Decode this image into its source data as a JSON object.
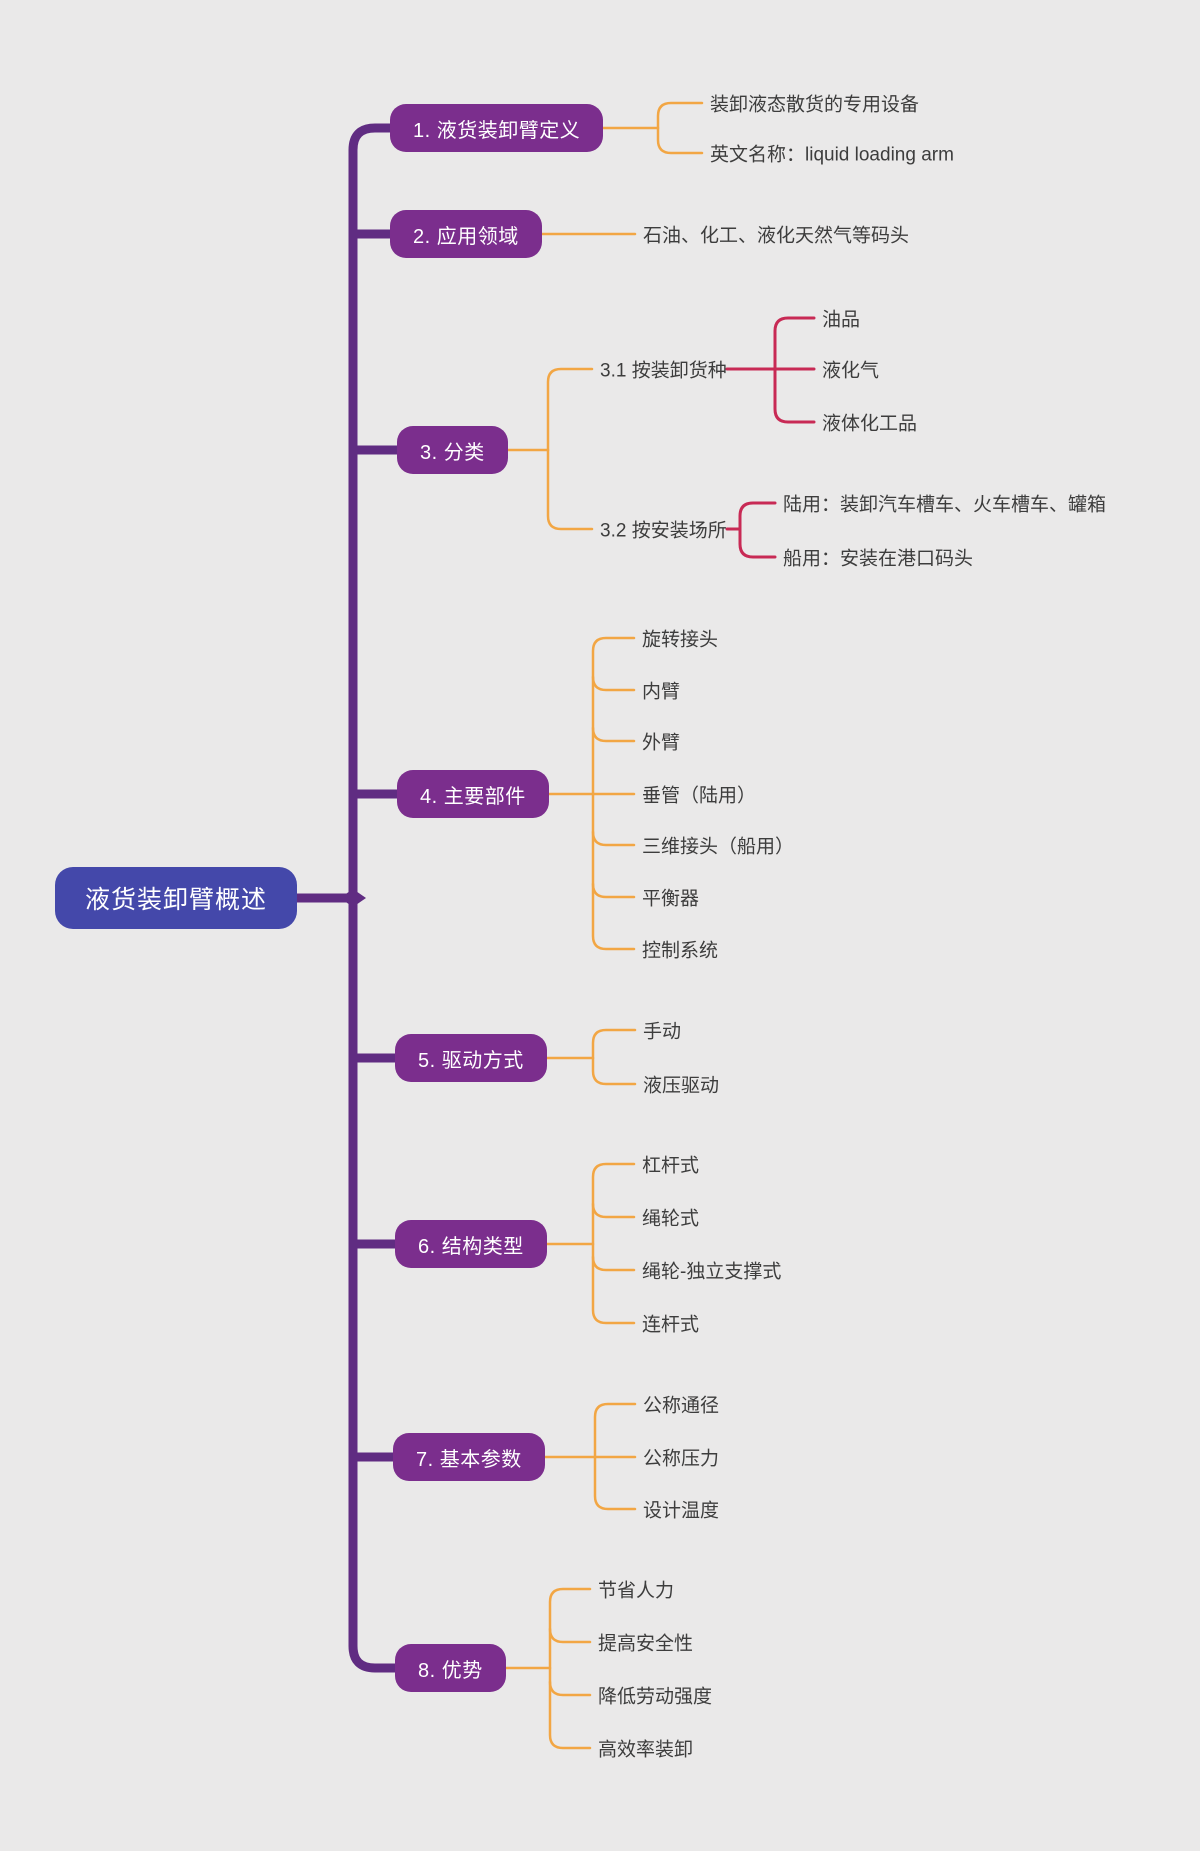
{
  "root": {
    "label": "液货装卸臂概述"
  },
  "branches": [
    {
      "label": "1. 液货装卸臂定义",
      "children": [
        "装卸液态散货的专用设备",
        "英文名称：liquid loading arm"
      ]
    },
    {
      "label": "2. 应用领域",
      "children": [
        "石油、化工、液化天然气等码头"
      ]
    },
    {
      "label": "3. 分类",
      "children": [
        {
          "label": "3.1 按装卸货种",
          "children": [
            "油品",
            "液化气",
            "液体化工品"
          ]
        },
        {
          "label": "3.2 按安装场所",
          "children": [
            "陆用：装卸汽车槽车、火车槽车、罐箱",
            "船用：安装在港口码头"
          ]
        }
      ]
    },
    {
      "label": "4. 主要部件",
      "children": [
        "旋转接头",
        "内臂",
        "外臂",
        "垂管（陆用）",
        "三维接头（船用）",
        "平衡器",
        "控制系统"
      ]
    },
    {
      "label": "5. 驱动方式",
      "children": [
        "手动",
        "液压驱动"
      ]
    },
    {
      "label": "6. 结构类型",
      "children": [
        "杠杆式",
        "绳轮式",
        "绳轮-独立支撑式",
        "连杆式"
      ]
    },
    {
      "label": "7. 基本参数",
      "children": [
        "公称通径",
        "公称压力",
        "设计温度"
      ]
    },
    {
      "label": "8. 优势",
      "children": [
        "节省人力",
        "提高安全性",
        "降低劳动强度",
        "高效率装卸"
      ]
    }
  ],
  "colors": {
    "background": "#eae9e9",
    "root_fill": "#4448aa",
    "branch_fill": "#7b2e8d",
    "trunk_connector": "#602c82",
    "level2_connector": "#f2a644",
    "level3_connector": "#c82a55",
    "node_text": "#ffffff",
    "leaf_text": "#3d3d3d"
  }
}
